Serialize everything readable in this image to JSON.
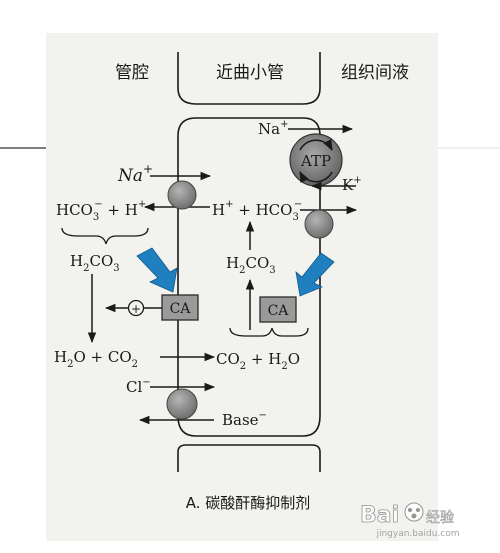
{
  "headers": {
    "lumen": "管腔",
    "tubule": "近曲小管",
    "interstitial": "组织间液"
  },
  "left_cell": {
    "na": "Na",
    "na_sup": "+",
    "hco3_h": "HCO",
    "hco3_h_sub": "3",
    "hco3_h_sup": "−",
    "hco3_h_tail": " + H",
    "hco3_h_tail_sup": "+",
    "h2co3": "H",
    "h2co3_sub1": "2",
    "h2co3_mid": "CO",
    "h2co3_sub2": "3",
    "h2o_co2": "H",
    "h2o_co2_sub1": "2",
    "h2o_co2_mid": "O + CO",
    "h2o_co2_sub2": "2",
    "cl": "Cl",
    "cl_sup": "−",
    "plus": "+"
  },
  "right_cell": {
    "na": "Na",
    "na_sup": "+",
    "atp": "ATP",
    "k": "K",
    "k_sup": "+",
    "h_hco3": "H",
    "h_hco3_sup": "+",
    "h_hco3_mid": " + HCO",
    "h_hco3_sub": "3",
    "h_hco3_sup2": "−",
    "h2co3": "H",
    "h2co3_sub1": "2",
    "h2co3_mid": "CO",
    "h2co3_sub2": "3",
    "co2_h2o": "CO",
    "co2_h2o_sub1": "2",
    "co2_h2o_mid": " + H",
    "co2_h2o_sub2": "2",
    "co2_h2o_tail": "O",
    "base": "Base",
    "base_sup": "−"
  },
  "enzymes": {
    "left": "CA",
    "right": "CA"
  },
  "caption": "A. 碳酸酐酶抑制剂",
  "watermark": {
    "brand": "Bai",
    "brand2": "du",
    "sub": "经验",
    "url": "jingyan.baidu.com"
  },
  "colors": {
    "paper": "#f2f2ef",
    "ink": "#1a1a1a",
    "arrow_blue": "#1f7fbf",
    "transporter": "#8c8c8c"
  }
}
